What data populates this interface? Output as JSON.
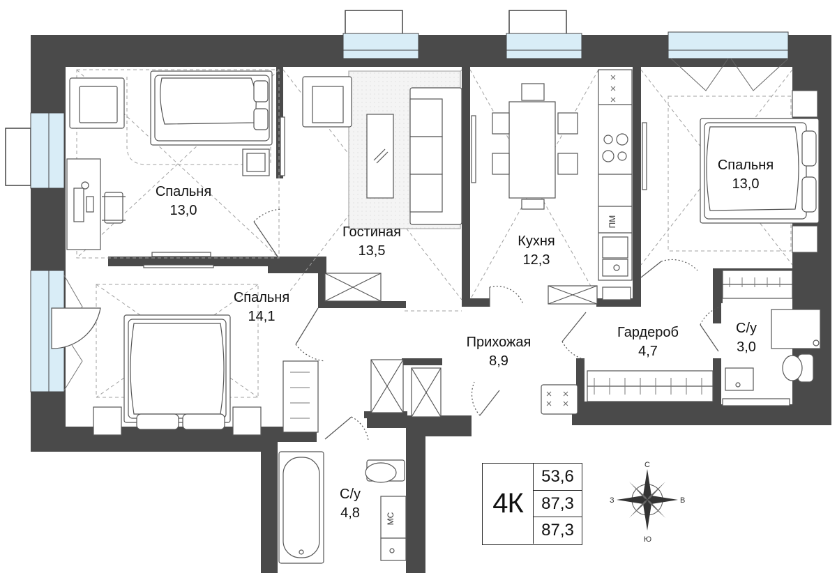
{
  "rooms": {
    "bedroom_nw": {
      "name": "Спальня",
      "area": "13,0"
    },
    "living": {
      "name": "Гостиная",
      "area": "13,5"
    },
    "kitchen": {
      "name": "Кухня",
      "area": "12,3"
    },
    "bedroom_ne": {
      "name": "Спальня",
      "area": "13,0"
    },
    "bedroom_w": {
      "name": "Спальня",
      "area": "14,1"
    },
    "hallway": {
      "name": "Прихожая",
      "area": "8,9"
    },
    "wardrobe": {
      "name": "Гардероб",
      "area": "4,7"
    },
    "bath_e": {
      "name": "С/у",
      "area": "3,0"
    },
    "bath_s": {
      "name": "С/у",
      "area": "4,8"
    }
  },
  "fixtures": {
    "pm_label": "ПМ",
    "ms_label": "МС"
  },
  "summary": {
    "type_code": "4К",
    "area_1": "53,6",
    "area_2": "87,3",
    "area_3": "87,3"
  },
  "compass": {
    "north": "С",
    "south": "Ю",
    "east": "В",
    "west": "З"
  },
  "colors": {
    "wall": "#4a4a4a",
    "window_glass": "#d9edf7",
    "furniture_line": "#555555",
    "dashed": "#9a9a9a"
  }
}
